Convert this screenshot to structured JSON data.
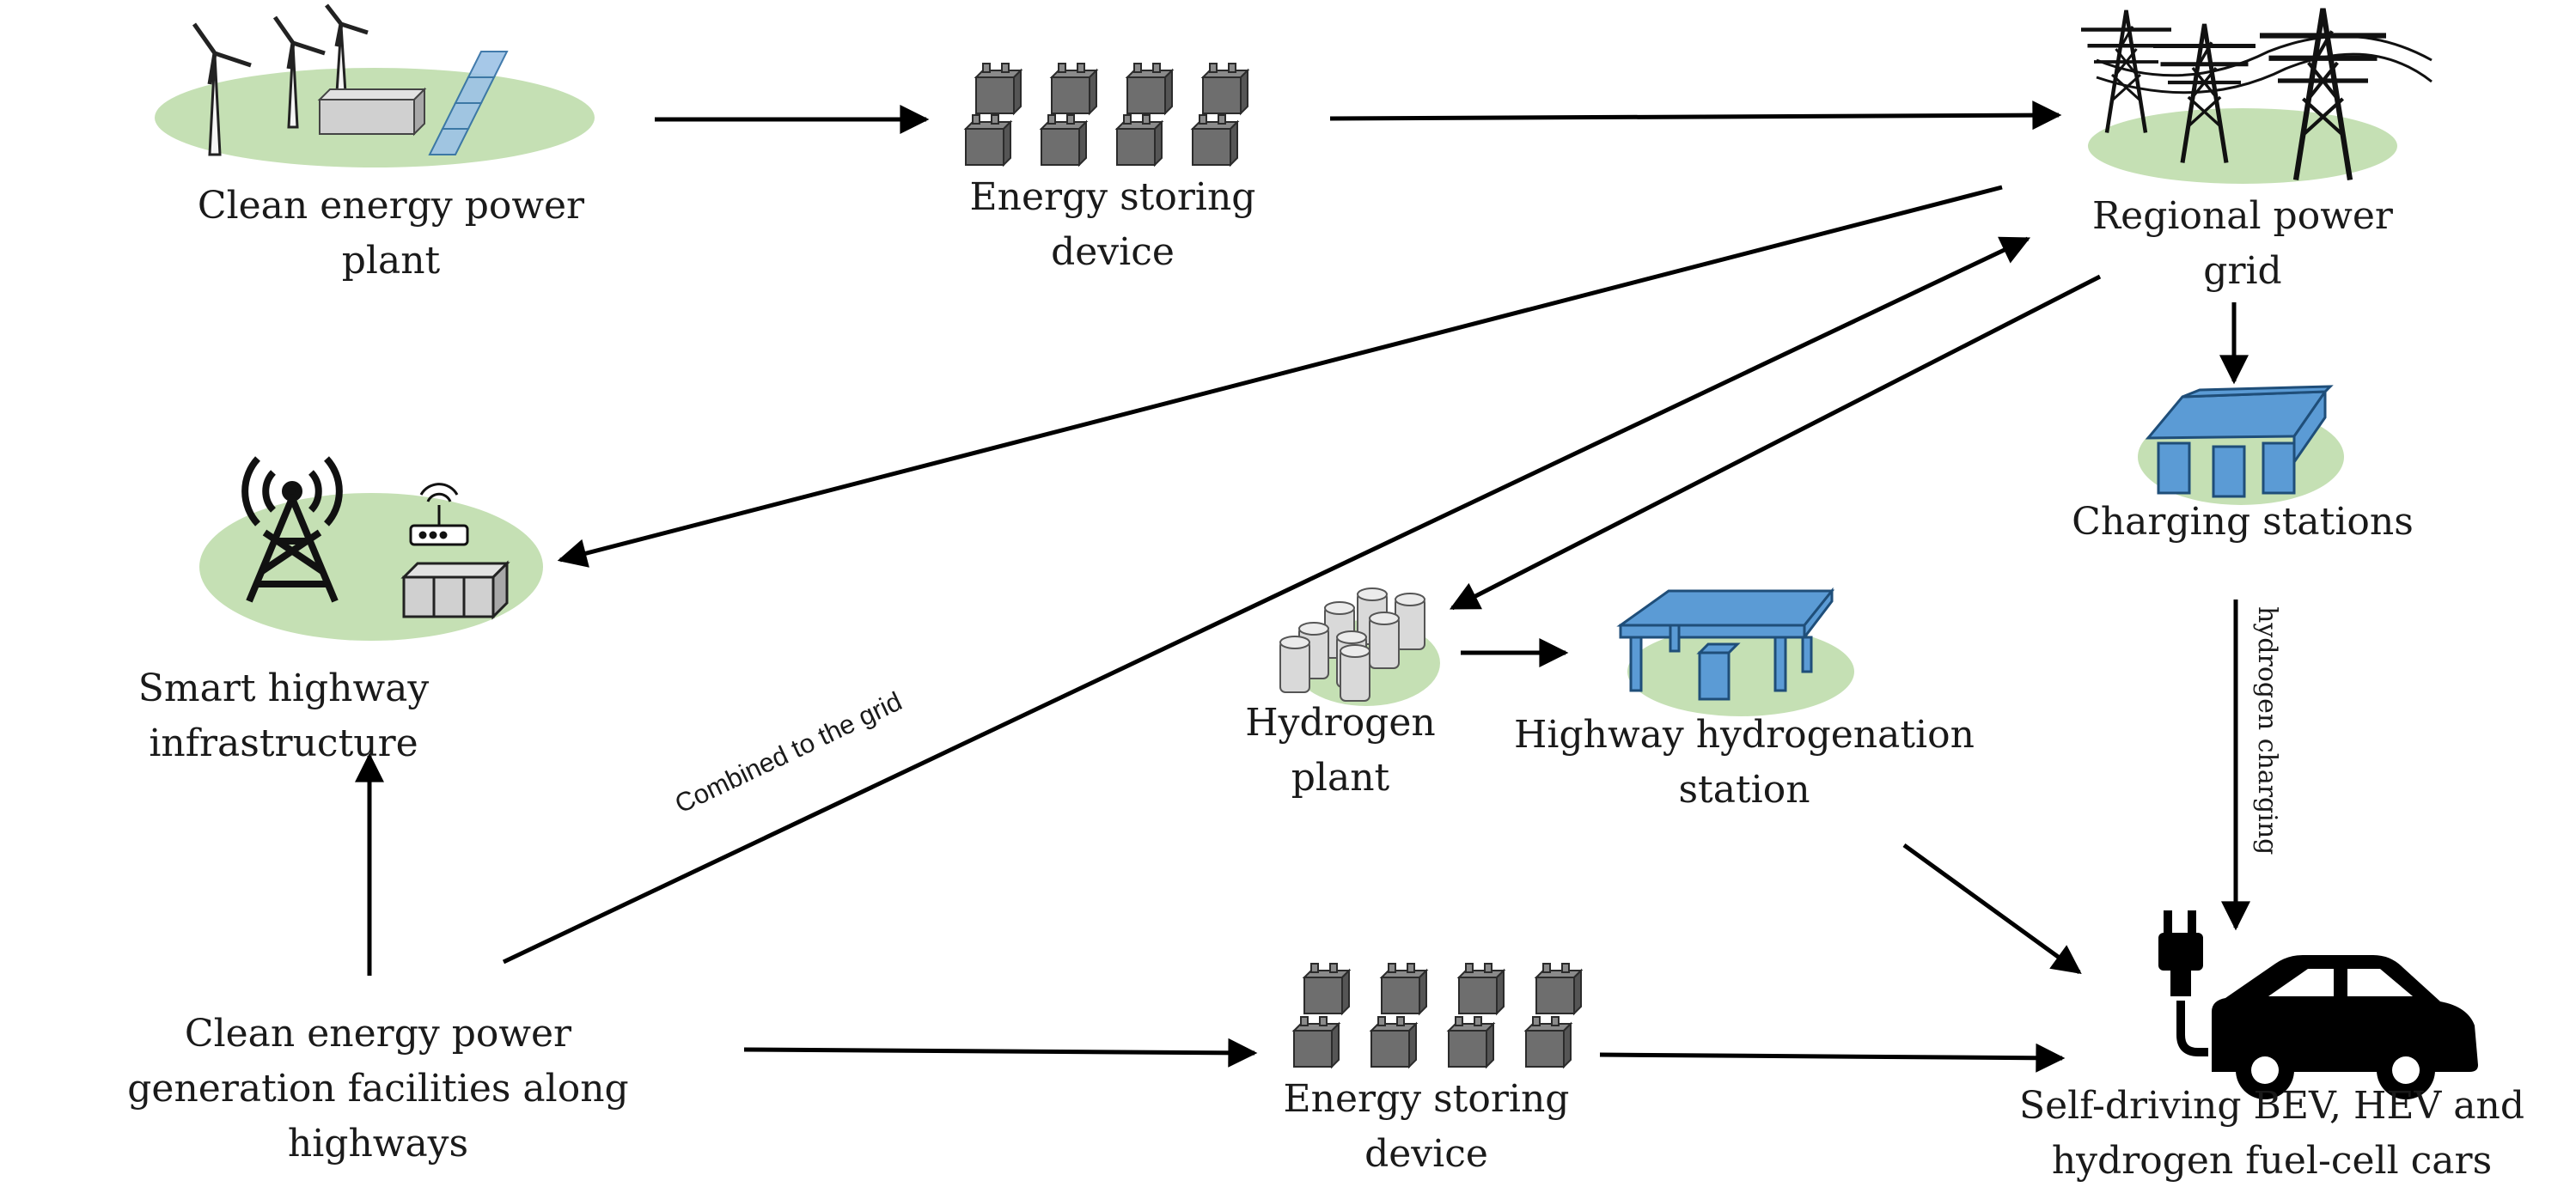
{
  "nodes": {
    "clean_plant": {
      "label": "Clean energy power\nplant",
      "icon": "wind-solar-plant-icon"
    },
    "storage_top": {
      "label": "Energy storing\ndevice",
      "icon": "battery-bank-icon"
    },
    "grid": {
      "label": "Regional power\ngrid",
      "icon": "transmission-tower-icon"
    },
    "charging": {
      "label": "Charging stations",
      "icon": "charging-station-icon"
    },
    "smart_highway": {
      "label": "Smart highway infrastructure",
      "icon": "cell-tower-router-icon"
    },
    "hydrogen_plant": {
      "label": "Hydrogen\nplant",
      "icon": "hydrogen-tanks-icon"
    },
    "hydro_station": {
      "label": "Highway hydrogenation\nstation",
      "icon": "hydrogen-station-icon"
    },
    "highway_gen": {
      "label": "Clean energy power\ngeneration facilities along\nhighways"
    },
    "storage_bottom": {
      "label": "Energy storing\ndevice",
      "icon": "battery-bank-icon"
    },
    "cars": {
      "label": "Self-driving BEV, HEV and\nhydrogen fuel-cell cars",
      "icon": "electric-car-plug-icon"
    }
  },
  "edges": {
    "combined": "Combined to the grid",
    "h2_charging": "hydrogen charging"
  },
  "colors": {
    "ellipse": "#c5e0b4",
    "blue": "#5b9bd5",
    "blue_dark": "#2e6da4",
    "battery": "#6e6e6e",
    "arrow": "#000000"
  }
}
